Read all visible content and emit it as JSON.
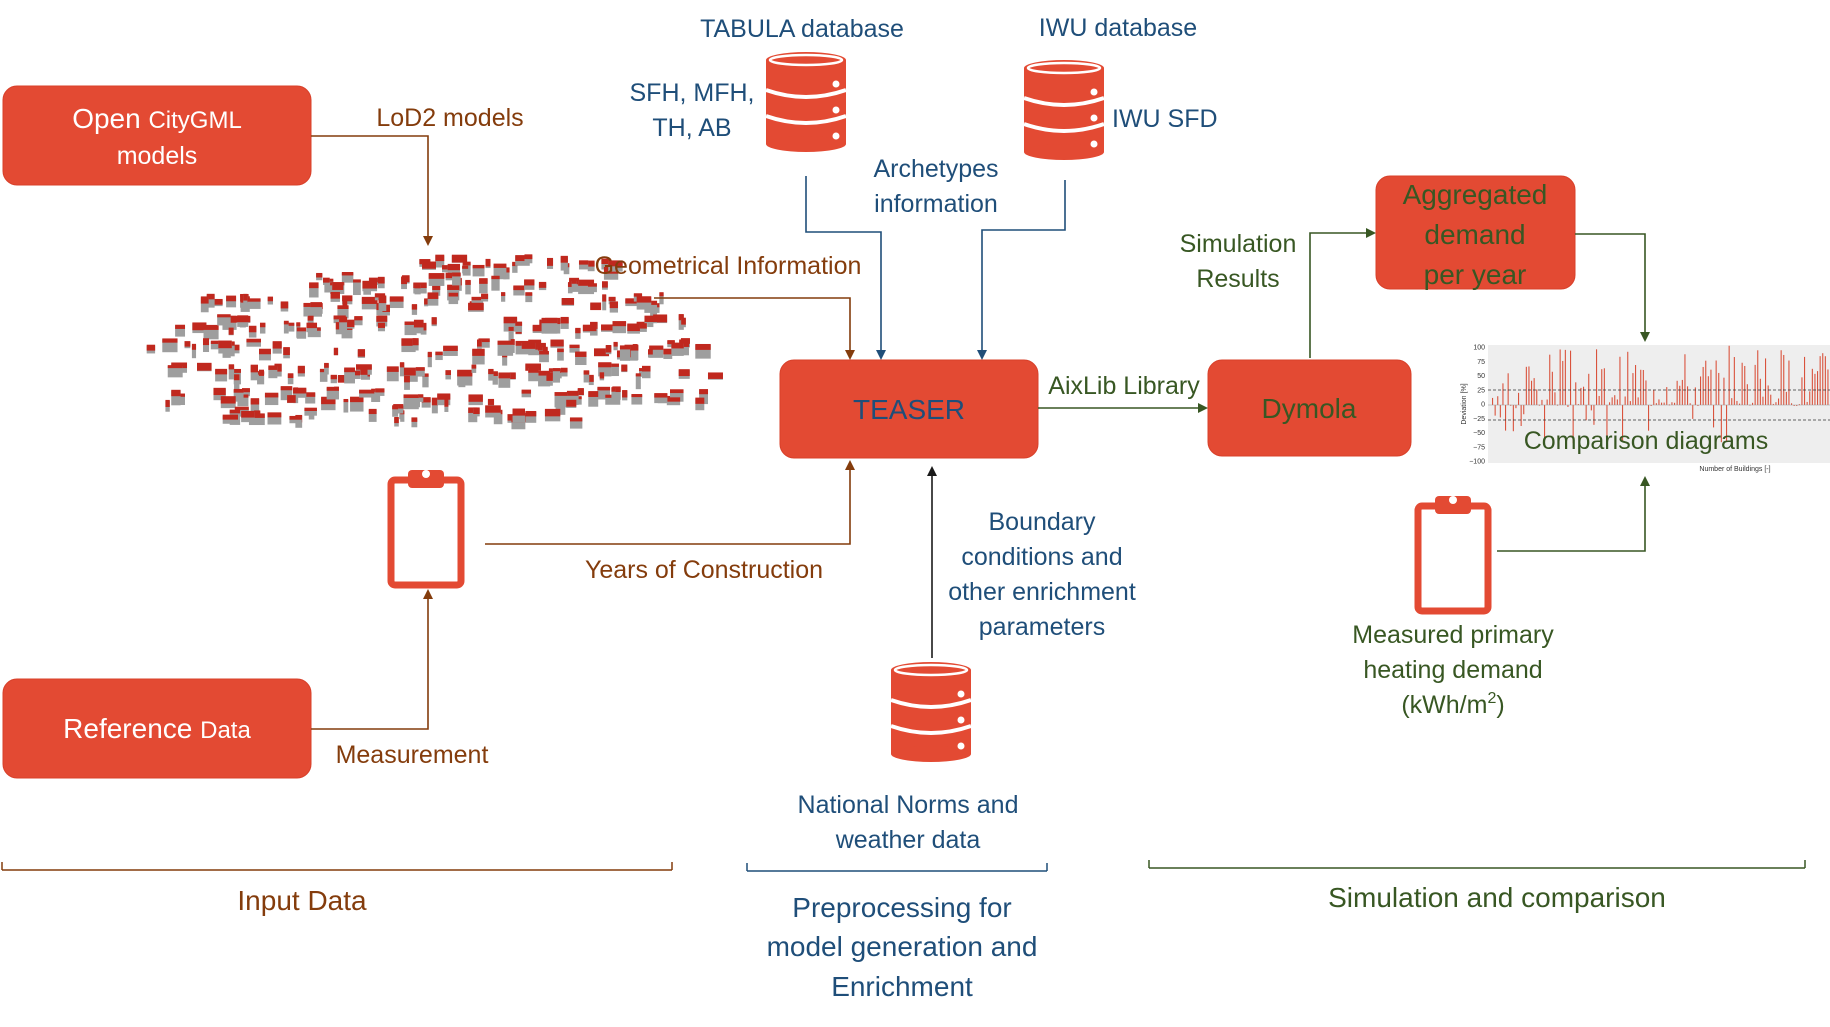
{
  "boxes": {
    "open_citygml": [
      "Open ",
      "CityGML",
      "models"
    ],
    "reference_data": [
      "Reference ",
      "Data"
    ],
    "teaser": "TEASER",
    "dymola": "Dymola",
    "aggregated": [
      "Aggregated",
      "demand",
      "per year"
    ]
  },
  "labels": {
    "lod2_models": "LoD2 models",
    "geometrical_information": "Geometrical Information",
    "years_of_construction": "Years of Construction",
    "measurement": "Measurement",
    "tabula_database": "TABULA database",
    "tabula_types": [
      "SFH, MFH,",
      "TH, AB"
    ],
    "iwu_database": "IWU database",
    "iwu_sfd": "IWU SFD",
    "archetypes_information": [
      "Archetypes",
      "information"
    ],
    "aixlib_library": "AixLib Library",
    "boundary_conditions": [
      "Boundary",
      "conditions and",
      "other enrichment",
      "parameters"
    ],
    "national_norms": [
      "National Norms and",
      "weather data"
    ],
    "simulation_results": [
      "Simulation",
      "Results"
    ],
    "comparison_diagrams": "Comparison diagrams",
    "measured_primary": [
      "Measured primary",
      "heating demand",
      "(kWh/m",
      "2",
      ")"
    ]
  },
  "sections": {
    "input_data": "Input Data",
    "preprocessing": [
      "Preprocessing for",
      "model generation and",
      "Enrichment"
    ],
    "simulation_comparison": "Simulation and comparison"
  },
  "mini_chart": {
    "ylabel": "Deviation [%]",
    "xlabel": "Number of Buildings [-]",
    "yticks": [
      "100",
      "75",
      "50",
      "25",
      "0",
      "−25",
      "−50",
      "−75",
      "−100"
    ]
  },
  "colors": {
    "box_red": "#e34a33",
    "input_brown": "#843c0c",
    "preprocessing_blue": "#1f4e79",
    "simulation_green": "#385723"
  },
  "icons": [
    "database-icon",
    "clipboard-icon",
    "city-model-icon",
    "deviation-chart-icon"
  ]
}
